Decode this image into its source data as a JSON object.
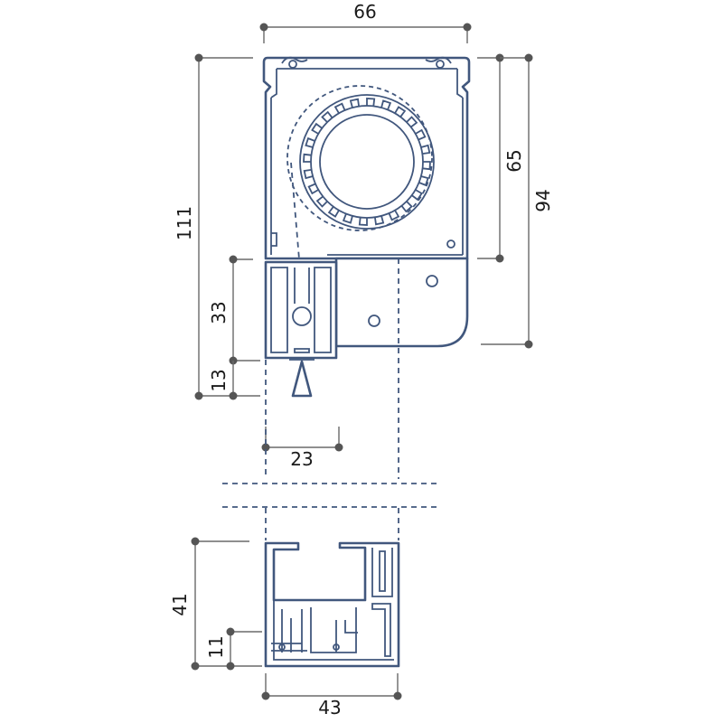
{
  "colors": {
    "profile": "#41577d",
    "dimension_line": "#6a6a6a",
    "dimension_dot": "#555555",
    "text": "#1a1a1a"
  },
  "dimensions": {
    "box_width": "66",
    "box_height_inner": "65",
    "box_height_total": "94",
    "overall_height": "111",
    "guide_height": "33",
    "guide_lip": "13",
    "guide_width": "23",
    "bottom_height": "41",
    "bottom_lip": "11",
    "bottom_width": "43"
  }
}
